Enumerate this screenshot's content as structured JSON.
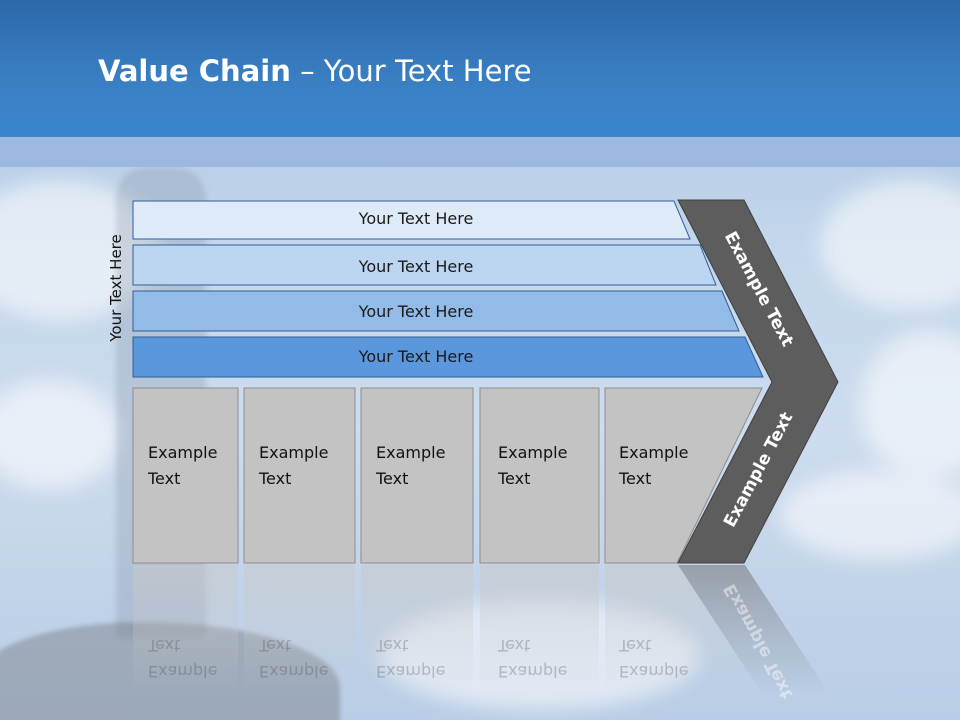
{
  "slide": {
    "title_bold": "Value Chain",
    "title_rest": " – Your Text Here",
    "side_label": "Your Text Here"
  },
  "bands": [
    {
      "label": "Your Text Here",
      "color": "#dfeaf8"
    },
    {
      "label": "Your Text Here",
      "color": "#bcd5f0"
    },
    {
      "label": "Your Text Here",
      "color": "#93bbe7"
    },
    {
      "label": "Your Text Here",
      "color": "#5b97dc"
    }
  ],
  "boxes": [
    {
      "line1": "Example",
      "line2": "Text"
    },
    {
      "line1": "Example",
      "line2": "Text"
    },
    {
      "line1": "Example",
      "line2": "Text"
    },
    {
      "line1": "Example",
      "line2": "Text"
    },
    {
      "line1": "Example",
      "line2": "Text"
    }
  ],
  "arrow": {
    "upper_label": "Example Text",
    "lower_label": "Example Text",
    "color": "#5d5d5d"
  },
  "colors": {
    "header": "#3a7fc4",
    "box_fill": "#c3c3c3",
    "box_border": "#8c8c8c"
  }
}
